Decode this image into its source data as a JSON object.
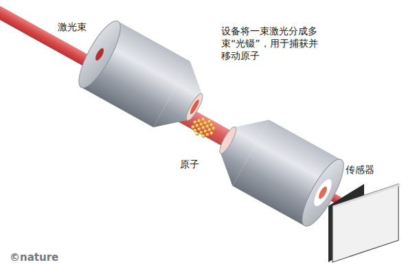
{
  "diagram": {
    "labels": [
      "激光束",
      "设备将一束激光分成多束“光镊”，用于捕获并移动原子",
      "原子",
      "传感器",
      "©nature"
    ]
  }
}
